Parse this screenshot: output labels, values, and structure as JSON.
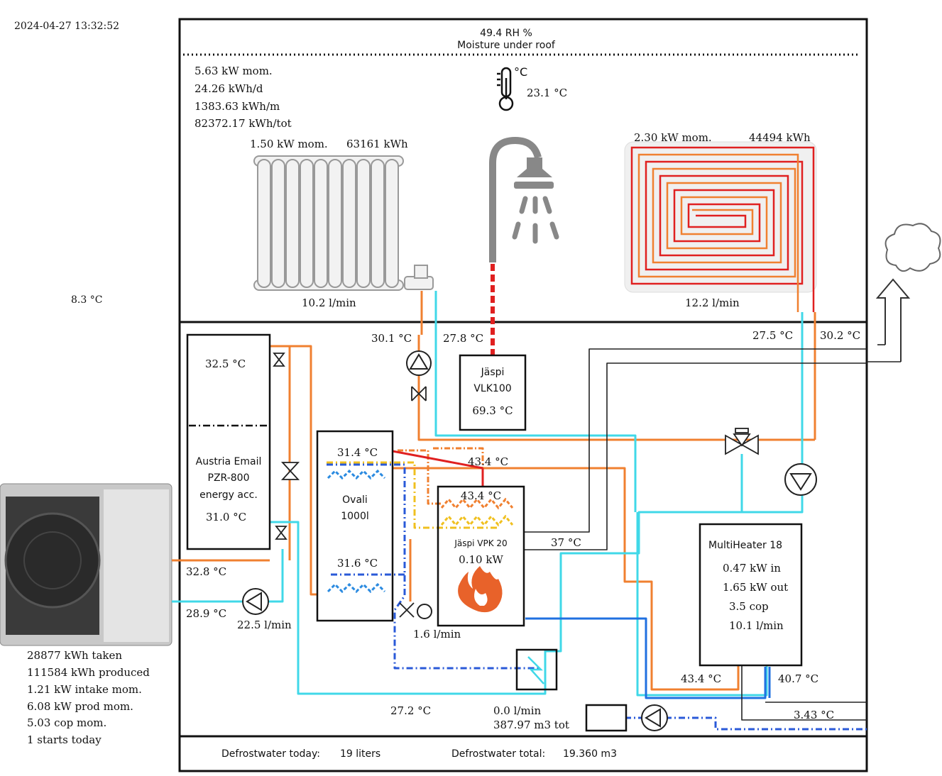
{
  "timestamp": "2024-04-27 13:32:52",
  "outdoor_temp": "8.3 °C",
  "roof": {
    "rh": "49.4 RH %",
    "label": "Moisture under roof"
  },
  "energy": {
    "mom": "5.63 kW mom.",
    "day": "24.26 kWh/d",
    "month": "1383.63 kWh/m",
    "total": "82372.17 kWh/tot"
  },
  "indoor": {
    "temp": "23.1 °C",
    "thermo_unit": "°C"
  },
  "radiator": {
    "power": "1.50 kW mom.",
    "energy": "63161 kWh",
    "flow": "10.2 l/min"
  },
  "floor": {
    "power": "2.30 kW mom.",
    "energy": "44494 kWh",
    "flow": "12.2 l/min"
  },
  "pipes": {
    "rad_supply": "30.1 °C",
    "rad_return": "27.8 °C",
    "floor_return": "27.5 °C",
    "floor_supply": "30.2 °C",
    "hp_supply": "32.8 °C",
    "hp_return": "28.9 °C",
    "hp_flow": "22.5 l/min",
    "oval_flow": "1.6 l/min",
    "mid_temp": "43.4 °C",
    "vpk_line": "37 °C",
    "return_bottom": "27.2 °C",
    "mh_out": "43.4 °C",
    "mh_in": "40.7 °C",
    "mh_bottom": "3.43 °C",
    "water_flow": "0.0 l/min",
    "water_total": "387.97 m3 tot"
  },
  "vlk": {
    "name1": "Jäspi",
    "name2": "VLK100",
    "temp": "69.3 °C"
  },
  "accumulator": {
    "top": "32.5 °C",
    "line1": "Austria Email",
    "line2": "PZR-800",
    "line3": "energy acc.",
    "bottom": "31.0 °C"
  },
  "oval": {
    "top": "31.4 °C",
    "name1": "Ovali",
    "name2": "1000l",
    "bottom": "31.6 °C"
  },
  "vpk": {
    "top": "43.4 °C",
    "name": "Jäspi VPK 20",
    "power": "0.10 kW"
  },
  "multiheater": {
    "name": "MultiHeater 18",
    "in": "0.47 kW in",
    "out": "1.65 kW out",
    "cop": "3.5 cop",
    "flow": "10.1 l/min"
  },
  "heatpump": {
    "taken": "28877 kWh taken",
    "produced": "111584 kWh produced",
    "intake": "1.21 kW intake mom.",
    "prod": "6.08 kW prod mom.",
    "cop": "5.03 cop mom.",
    "starts": "1 starts today"
  },
  "defrost": {
    "today_label": "Defrostwater today:",
    "today_value": "19 liters",
    "total_label": "Defrostwater total:",
    "total_value": "19.360 m3"
  },
  "colors": {
    "hot": "#f08030",
    "cold": "#40d8e8",
    "red": "#e02020",
    "blue": "#2070e0",
    "yellow": "#f0c020",
    "navy": "#2040c0"
  }
}
